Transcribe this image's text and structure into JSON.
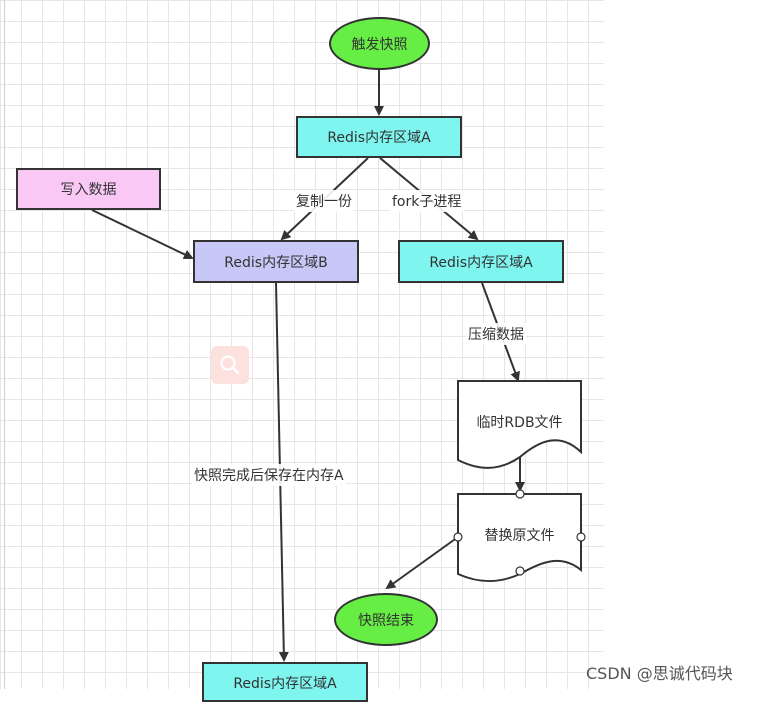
{
  "nodes": {
    "trigger": "触发快照",
    "redis_a_top": "Redis内存区域A",
    "write_data": "写入数据",
    "redis_b": "Redis内存区域B",
    "redis_a_fork": "Redis内存区域A",
    "temp_rdb": "临时RDB文件",
    "replace_file": "替换原文件",
    "snapshot_end": "快照结束",
    "redis_a_bottom": "Redis内存区域A"
  },
  "edges": {
    "copy": "复制一份",
    "fork": "fork子进程",
    "compress": "压缩数据",
    "save_back": "快照完成后保存在内存A"
  },
  "colors": {
    "green": "#66ee44",
    "cyan": "#7ff5f0",
    "violet": "#c8c8f8",
    "pink": "#fac8f5"
  },
  "watermark": "CSDN @思诚代码块"
}
